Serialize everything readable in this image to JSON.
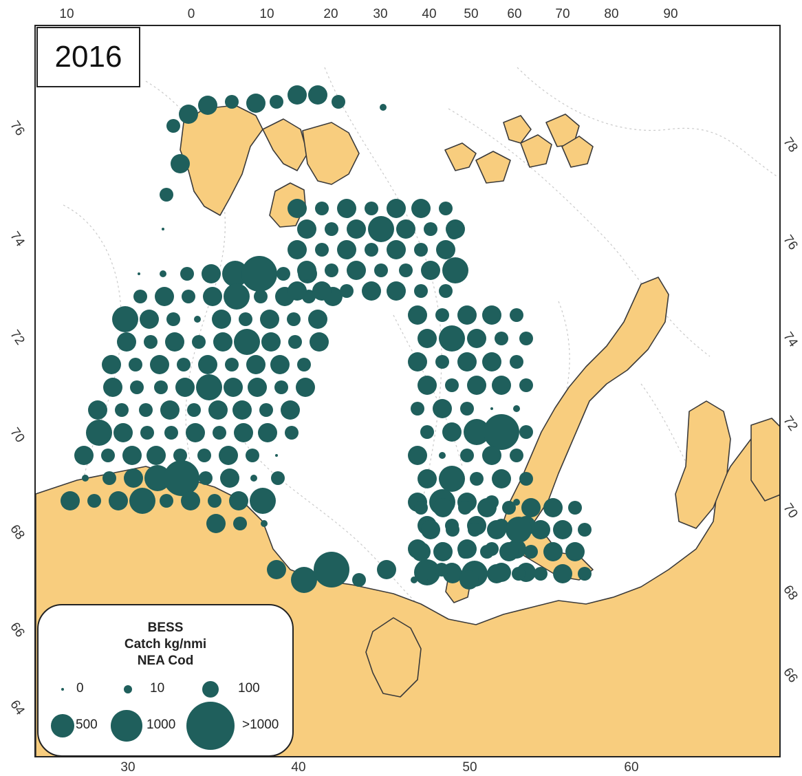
{
  "year": "2016",
  "legend": {
    "title_lines": [
      "BESS",
      "Catch kg/nmi",
      "NEA Cod"
    ],
    "classes": [
      {
        "label": "0",
        "value": 0
      },
      {
        "label": "10",
        "value": 10
      },
      {
        "label": "100",
        "value": 100
      },
      {
        "label": "500",
        "value": 500
      },
      {
        "label": "1000",
        "value": 1000
      },
      {
        "label": ">1000",
        "value": 2000
      }
    ]
  },
  "axis_ticks": {
    "top": [
      "10",
      "0",
      "10",
      "20",
      "30",
      "40",
      "50",
      "60",
      "70",
      "80",
      "90"
    ],
    "bottom": [
      "30",
      "40",
      "50",
      "60"
    ],
    "left": [
      "76",
      "74",
      "72",
      "70",
      "68",
      "66",
      "64"
    ],
    "right": [
      "78",
      "76",
      "74",
      "72",
      "70",
      "68",
      "66"
    ]
  },
  "colors": {
    "land": "#f8cd7e",
    "coast": "#3a3a3a",
    "marker": "#1f5f5c",
    "depth_contour": "#c9c9c9"
  },
  "stations_catch": [
    0,
    10,
    100,
    500,
    1000,
    2000,
    100,
    500,
    10,
    100,
    500,
    100,
    500,
    1000,
    100,
    500,
    100,
    500,
    1000,
    500,
    100,
    10,
    500,
    100,
    500,
    100,
    500,
    500,
    100,
    500,
    100,
    500,
    1000,
    500,
    100,
    500,
    500,
    100,
    500,
    100,
    500,
    100,
    500,
    500,
    100,
    500,
    100,
    100,
    500,
    1000,
    500,
    500,
    100,
    500,
    500,
    100,
    100,
    500,
    100,
    500,
    500,
    100,
    500,
    1000,
    500,
    100,
    100,
    500,
    100,
    500,
    500,
    100,
    500,
    100,
    500,
    500,
    100,
    100,
    500,
    100
  ]
}
